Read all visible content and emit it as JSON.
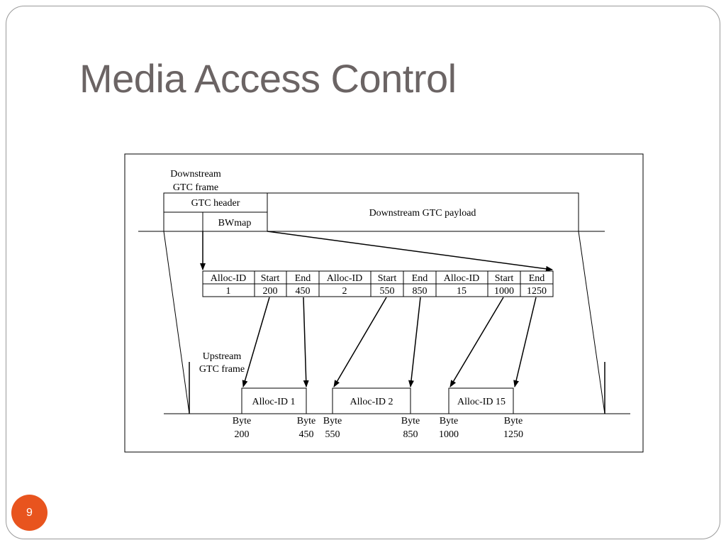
{
  "slide": {
    "title": "Media Access Control",
    "page_number": "9",
    "colors": {
      "title": "#6b6464",
      "badge": "#e8541e",
      "frame": "#9a9a9a"
    }
  },
  "diagram": {
    "downstream_label": [
      "Downstream",
      "GTC frame"
    ],
    "gtc_header": "GTC header",
    "bwmap": "BWmap",
    "payload": "Downstream GTC payload",
    "table": {
      "headers": [
        "Alloc-ID",
        "Start",
        "End",
        "Alloc-ID",
        "Start",
        "End",
        "Alloc-ID",
        "Start",
        "End"
      ],
      "values": [
        "1",
        "200",
        "450",
        "2",
        "550",
        "850",
        "15",
        "1000",
        "1250"
      ]
    },
    "upstream_label": [
      "Upstream",
      "GTC frame"
    ],
    "slots": [
      "Alloc-ID 1",
      "Alloc-ID 2",
      "Alloc-ID 15"
    ],
    "byte_labels": [
      [
        "Byte",
        "200"
      ],
      [
        "Byte",
        "450"
      ],
      [
        "Byte",
        "550"
      ],
      [
        "Byte",
        "850"
      ],
      [
        "Byte",
        "1000"
      ],
      [
        "Byte",
        "1250"
      ]
    ]
  }
}
